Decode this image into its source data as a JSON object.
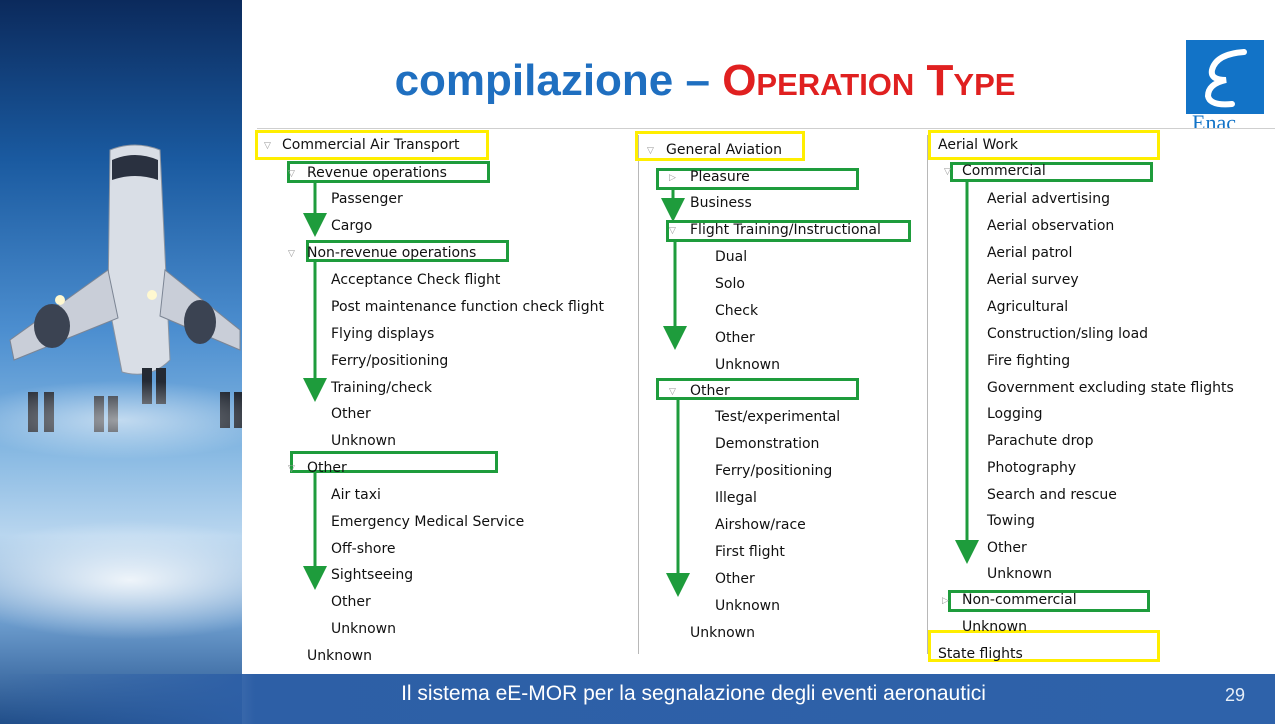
{
  "slide": {
    "title_main": "compilazione – ",
    "title_accent": "Operation Type",
    "logo_text": "Enac",
    "footer_text": "Il sistema eE-MOR  per la segnalazione degli eventi aeronautici",
    "page_number": "29",
    "colors": {
      "title": "#1f6fc0",
      "accent": "#e02020",
      "footer": "#2e62aa",
      "highlight_category": "#ffee00",
      "highlight_group": "#1e9c3c"
    }
  },
  "tree": {
    "col1": [
      {
        "label": "Commercial Air Transport",
        "toggle": "expanded"
      },
      {
        "label": "Revenue operations",
        "toggle": "expanded"
      },
      {
        "label": "Passenger"
      },
      {
        "label": "Cargo"
      },
      {
        "label": "Non-revenue operations",
        "toggle": "expanded"
      },
      {
        "label": "Acceptance Check flight"
      },
      {
        "label": "Post maintenance function check flight"
      },
      {
        "label": "Flying displays"
      },
      {
        "label": "Ferry/positioning"
      },
      {
        "label": "Training/check"
      },
      {
        "label": "Other"
      },
      {
        "label": "Unknown"
      },
      {
        "label": "Other",
        "toggle": "expanded"
      },
      {
        "label": "Air taxi"
      },
      {
        "label": "Emergency Medical Service"
      },
      {
        "label": "Off-shore"
      },
      {
        "label": "Sightseeing"
      },
      {
        "label": "Other"
      },
      {
        "label": "Unknown"
      },
      {
        "label": "Unknown"
      }
    ],
    "col2": [
      {
        "label": "General Aviation",
        "toggle": "expanded"
      },
      {
        "label": "Pleasure",
        "toggle": "collapsed"
      },
      {
        "label": "Business"
      },
      {
        "label": "Flight Training/Instructional",
        "toggle": "expanded"
      },
      {
        "label": "Dual"
      },
      {
        "label": "Solo"
      },
      {
        "label": "Check"
      },
      {
        "label": "Other"
      },
      {
        "label": "Unknown"
      },
      {
        "label": "Other",
        "toggle": "expanded"
      },
      {
        "label": "Test/experimental"
      },
      {
        "label": "Demonstration"
      },
      {
        "label": "Ferry/positioning"
      },
      {
        "label": "Illegal"
      },
      {
        "label": "Airshow/race"
      },
      {
        "label": "First flight"
      },
      {
        "label": "Other"
      },
      {
        "label": "Unknown"
      },
      {
        "label": "Unknown"
      }
    ],
    "col3": [
      {
        "label": "Aerial Work"
      },
      {
        "label": "Commercial",
        "toggle": "expanded"
      },
      {
        "label": "Aerial advertising"
      },
      {
        "label": "Aerial observation"
      },
      {
        "label": "Aerial patrol"
      },
      {
        "label": "Aerial survey"
      },
      {
        "label": "Agricultural"
      },
      {
        "label": "Construction/sling load"
      },
      {
        "label": "Fire fighting"
      },
      {
        "label": "Government excluding state flights"
      },
      {
        "label": "Logging"
      },
      {
        "label": "Parachute drop"
      },
      {
        "label": "Photography"
      },
      {
        "label": "Search and rescue"
      },
      {
        "label": "Towing"
      },
      {
        "label": "Other"
      },
      {
        "label": "Unknown"
      },
      {
        "label": "Non-commercial",
        "toggle": "collapsed"
      },
      {
        "label": "Unknown"
      },
      {
        "label": "State flights"
      }
    ]
  }
}
